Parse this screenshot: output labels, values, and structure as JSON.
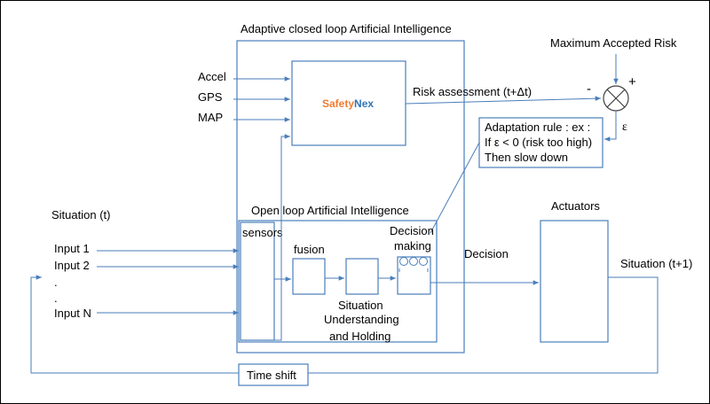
{
  "title": "Adaptive closed loop Artificial Intelligence",
  "inputs_top": [
    "Accel",
    "GPS",
    "MAP"
  ],
  "safetynex": {
    "part1": "Safety",
    "part2": "Nex",
    "color1": "#ed7d31",
    "color2": "#2e75b6"
  },
  "risk_assessment": "Risk assessment (t+Δt)",
  "max_risk": "Maximum Accepted Risk",
  "minus": "-",
  "plus": "+",
  "epsilon": "ε",
  "adaptation_rule": [
    "Adaptation rule : ex :",
    "If ε < 0 (risk too high)",
    "Then slow down"
  ],
  "open_loop": "Open loop Artificial Intelligence",
  "situation_t": "Situation (t)",
  "inputs_left": [
    "Input 1",
    "Input 2",
    ".",
    ".",
    "Input N"
  ],
  "sensors": "sensors",
  "fusion": "fusion",
  "decision_making": [
    "Decision",
    "making"
  ],
  "situation_understanding": [
    "Situation",
    "Understanding",
    "and Holding"
  ],
  "decision": "Decision",
  "actuators": "Actuators",
  "situation_t1": "Situation (t+1)",
  "time_shift": "Time shift",
  "accent_color": "#4a7ebb"
}
